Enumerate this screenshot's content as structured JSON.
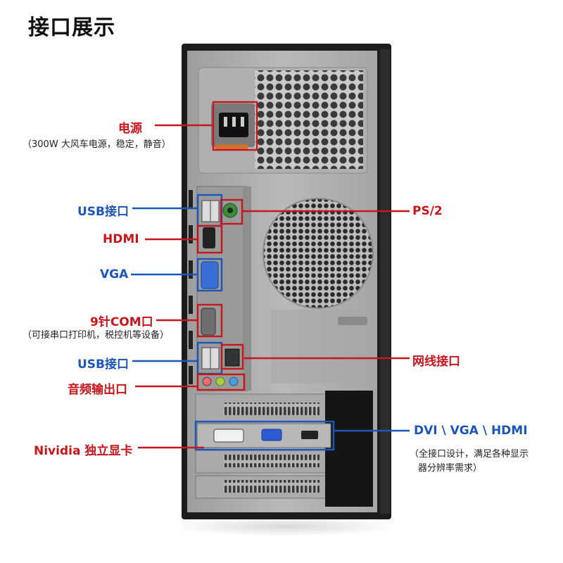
{
  "title": "接口展示",
  "colors": {
    "red": "#c8161d",
    "blue": "#1c56b8",
    "case": "#1c1c1c",
    "panel": "#a9a9a9"
  },
  "labels": {
    "power": "电源",
    "power_note": "（300W 大风车电源，稳定，静音）",
    "usb_top": "USB接口",
    "hdmi": "HDMI",
    "vga": "VGA",
    "com": "9针COM口",
    "com_note": "（可接串口打印机，税控机等设备）",
    "usb_bottom": "USB接口",
    "audio": "音频输出口",
    "gpu": "Nividia 独立显卡",
    "ps2": "PS/2",
    "lan": "网线接口",
    "gpu_ports": "DVI \\ VGA \\ HDMI",
    "gpu_ports_note_1": "（全接口设计，满足各种显示",
    "gpu_ports_note_2": "器分辨率需求）"
  }
}
